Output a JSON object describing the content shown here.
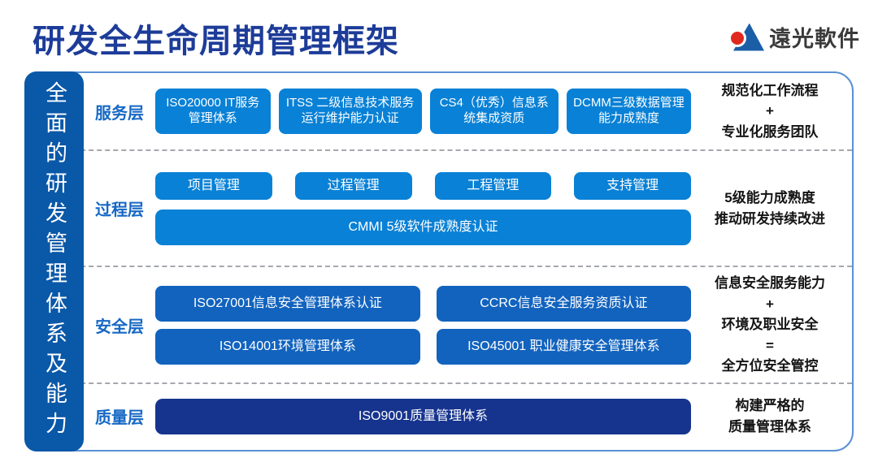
{
  "header": {
    "title": "研发全生命周期管理框架",
    "logo_text": "遠光軟件"
  },
  "sidebar": {
    "label": "全面的研发管理体系及能力"
  },
  "layers": [
    {
      "label": "服务层",
      "boxes": [
        "ISO20000 IT服务管理体系",
        "ITSS 二级信息技术服务运行维护能力认证",
        "CS4（优秀）信息系统集成资质",
        "DCMM三级数据管理能力成熟度"
      ],
      "annotation": "规范化工作流程\n+\n专业化服务团队"
    },
    {
      "label": "过程层",
      "boxes": [
        "项目管理",
        "过程管理",
        "工程管理",
        "支持管理"
      ],
      "wide_box": "CMMI 5级软件成熟度认证",
      "annotation": "5级能力成熟度\n推动研发持续改进"
    },
    {
      "label": "安全层",
      "boxes": [
        "ISO27001信息安全管理体系认证",
        "CCRC信息安全服务资质认证",
        "ISO14001环境管理体系",
        "ISO45001 职业健康安全管理体系"
      ],
      "annotation": "信息安全服务能力\n+\n环境及职业安全\n=\n全方位安全管控"
    },
    {
      "label": "质量层",
      "wide_box": "ISO9001质量管理体系",
      "annotation": "构建严格的\n质量管理体系"
    }
  ],
  "colors": {
    "title_color": "#1d3c99",
    "label_blue": "#1668c4",
    "bar_blue": "#0a58a8",
    "frame_border": "#5b90d5",
    "box_bright": "#0981d6",
    "box_security": "#1263be",
    "box_quality": "#16348e",
    "logo_blue": "#1b5ea8",
    "logo_red": "#e0281e"
  }
}
